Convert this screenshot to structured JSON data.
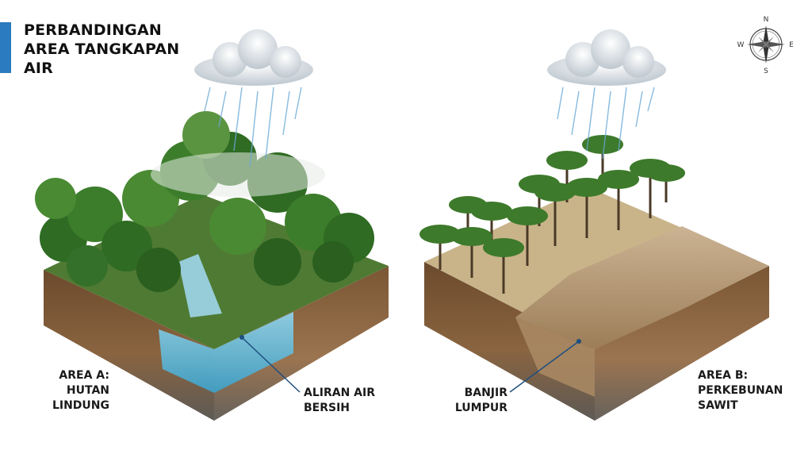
{
  "title": {
    "lines": [
      "PERBANDINGAN",
      "AREA TANGKAPAN",
      "AIR"
    ]
  },
  "accent_color": "#2a7bbf",
  "compass": {
    "n": "N",
    "e": "E",
    "s": "S",
    "w": "W"
  },
  "area_a": {
    "lines": [
      "AREA A:",
      "HUTAN",
      "LINDUNG"
    ]
  },
  "area_a_callout": {
    "lines": [
      "ALIRAN AIR",
      "BERSIH"
    ]
  },
  "area_b": {
    "lines": [
      "AREA B:",
      "PERKEBUNAN",
      "SAWIT"
    ]
  },
  "area_b_callout": {
    "lines": [
      "BANJIR",
      "LUMPUR"
    ]
  }
}
